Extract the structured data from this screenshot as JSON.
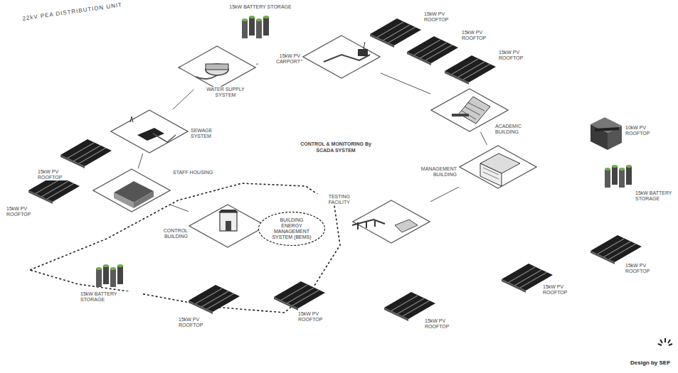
{
  "diagram": {
    "nodes": [
      {
        "text": [
          "WATER SUPPLY SYSTEM"
        ]
      },
      {
        "text": [
          "SEWAGE SYSTEM"
        ]
      },
      {
        "text": [
          "STAFF HOUSING"
        ]
      },
      {
        "text": [
          "CONTROL BUILDING"
        ]
      },
      {
        "text": [
          "BUILDING ENERGY MANAGEMENT SYSTEM (BEMS)"
        ]
      },
      {
        "text": [
          "15kW PV CARPORT"
        ]
      },
      {
        "text": [
          "ACADEMIC BUILDING"
        ]
      },
      {
        "text": [
          "MANAGEMENT BUILDING"
        ]
      },
      {
        "text": [
          "TESTING FACILITY"
        ]
      }
    ],
    "edges": [
      {
        "from": 0,
        "to": 1,
        "arrow": "none"
      },
      {
        "from": 1,
        "to": 2,
        "arrow": "none"
      },
      {
        "from": 2,
        "to": 3,
        "arrow": "none"
      },
      {
        "from": 0,
        "to": 5,
        "arrow": "none"
      },
      {
        "from": 5,
        "to": 6,
        "arrow": "none"
      },
      {
        "from": 6,
        "to": 7,
        "arrow": "none"
      },
      {
        "from": 7,
        "to": 8,
        "arrow": "none"
      }
    ],
    "labels": [
      "22kV PEA DISTRIBUTION UNIT",
      "CONTROL & MONITORING By SCADA SYSTEM",
      "15kW BATTERY STORAGE",
      "15kW PV ROOFTOP",
      "15kW PV ROOFTOP",
      "15kW PV ROOFTOP",
      "10kW PV ROOFTOP",
      "15kW BATTERY STORAGE",
      "15kW PV ROOFTOP",
      "15kW PV ROOFTOP",
      "15kW PV ROOFTOP",
      "15kW PV ROOFTOP",
      "15kW PV ROOFTOP",
      "15kW BATTERY STORAGE",
      "15kW PV ROOFTOP",
      "15kW PV ROOFTOP",
      "Design by SEF"
    ]
  }
}
